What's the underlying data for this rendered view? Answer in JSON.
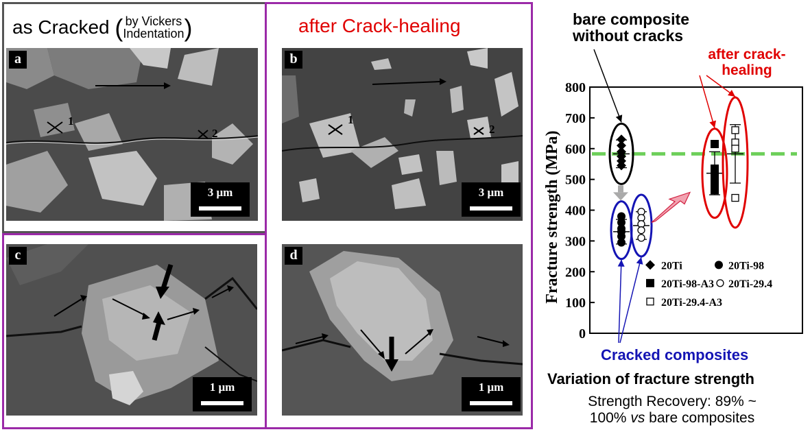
{
  "titles": {
    "cracked_main": "as Cracked",
    "cracked_paren_open": "(",
    "cracked_paren_close": ")",
    "cracked_sub_line1": "by Vickers",
    "cracked_sub_line2": "Indentation",
    "healed": "after Crack-healing"
  },
  "panels": [
    {
      "letter": "a",
      "scale": "3 μm",
      "marker1": "1",
      "marker2": "2"
    },
    {
      "letter": "b",
      "scale": "3 μm",
      "marker1": "1",
      "marker2": "2"
    },
    {
      "letter": "c",
      "scale": "1 μm"
    },
    {
      "letter": "d",
      "scale": "1 μm"
    }
  ],
  "annotations": {
    "bare_line1": "bare composite",
    "bare_line2": "without cracks",
    "healing_line1": "after crack-",
    "healing_line2": "healing",
    "cracked": "Cracked composites"
  },
  "caption": {
    "title": "Variation of fracture strength",
    "recovery_line1": "Strength Recovery: 89% ~",
    "recovery_line2_pre": "100% ",
    "recovery_line2_vs": "vs",
    "recovery_line2_post": " bare composites"
  },
  "colors": {
    "accent_purple": "#9b2aa8",
    "frame_gray": "#555555",
    "red": "#e00000",
    "blue": "#1414b4",
    "green_dashed": "#6dcf5a"
  },
  "chart_data": {
    "type": "scatter",
    "ylabel": "Fracture strength (MPa)",
    "ylim": [
      0,
      800
    ],
    "yticks": [
      "0",
      "100",
      "200",
      "300",
      "400",
      "500",
      "600",
      "700",
      "800"
    ],
    "reference_line": {
      "y": 583,
      "style": "dashed",
      "color": "#6dcf5a"
    },
    "legend": [
      {
        "marker": "filled-diamond",
        "label": "20Ti"
      },
      {
        "marker": "filled-circle",
        "label": "20Ti-98"
      },
      {
        "marker": "filled-square",
        "label": "20Ti-98-A3"
      },
      {
        "marker": "open-circle",
        "label": "20Ti-29.4"
      },
      {
        "marker": "open-square",
        "label": "20Ti-29.4-A3"
      }
    ],
    "series": [
      {
        "name": "20Ti",
        "marker": "filled-diamond",
        "mean": 583,
        "err": 45,
        "values": [
          630,
          610,
          590,
          575,
          560,
          545
        ]
      },
      {
        "name": "20Ti-98",
        "marker": "filled-circle",
        "mean": 330,
        "err": 40,
        "values": [
          380,
          360,
          340,
          330,
          315,
          295
        ]
      },
      {
        "name": "20Ti-29.4",
        "marker": "open-circle",
        "mean": 350,
        "err": 45,
        "values": [
          395,
          375,
          355,
          335,
          310
        ]
      },
      {
        "name": "20Ti-98-A3",
        "marker": "filled-square",
        "mean": 520,
        "err": 70,
        "values": [
          615,
          535,
          520,
          505,
          490,
          465
        ]
      },
      {
        "name": "20Ti-29.4-A3",
        "marker": "open-square",
        "mean": 583,
        "err": 95,
        "values": [
          660,
          620,
          600,
          440
        ]
      }
    ]
  }
}
